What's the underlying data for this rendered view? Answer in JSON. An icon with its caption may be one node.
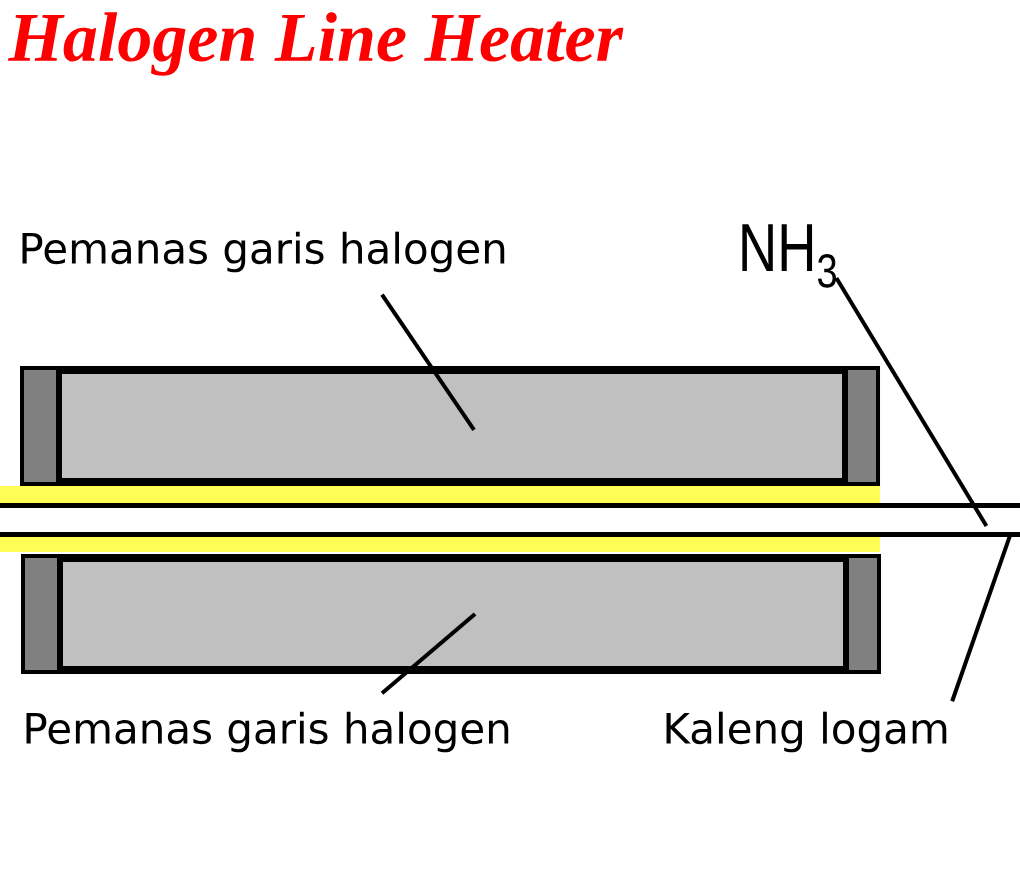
{
  "diagram": {
    "title": "Halogen Line Heater",
    "nodes": [
      {
        "text": [
          "Pemanas garis halogen"
        ]
      },
      {
        "text": [],
        "shape": "box"
      },
      {
        "text": [
          "NH$_{3}$"
        ]
      },
      {
        "text": [],
        "shape": "bar"
      },
      {
        "text": [],
        "shape": "box"
      },
      {
        "text": [
          "Pemanas garis halogen"
        ]
      },
      {
        "text": [
          "Kaleng logam"
        ]
      }
    ],
    "edges": [
      {
        "from": 0,
        "to": 1,
        "arrow": "none"
      },
      {
        "from": 5,
        "to": 4,
        "arrow": "none"
      },
      {
        "from": 2,
        "to": 3,
        "arrow": "none"
      },
      {
        "from": 6,
        "to": 3,
        "arrow": "none"
      }
    ]
  }
}
